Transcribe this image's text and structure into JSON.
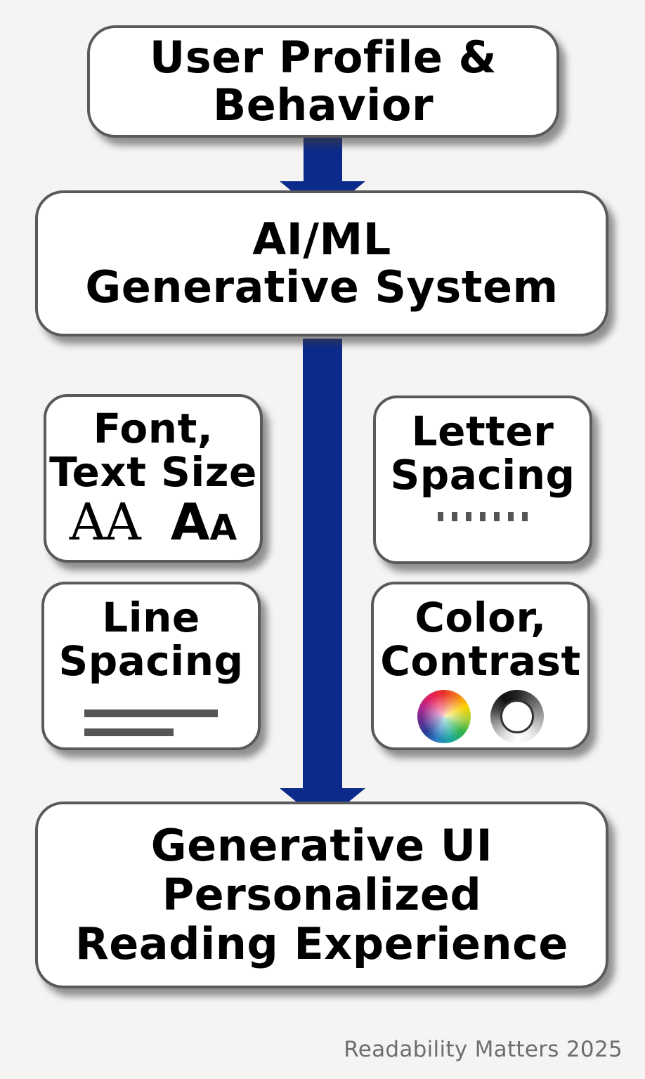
{
  "diagram": {
    "input_box": {
      "lines": [
        "User Profile &",
        "Behavior"
      ]
    },
    "system_box": {
      "lines": [
        "AI/ML",
        "Generative System"
      ]
    },
    "features": {
      "font_size": {
        "lines": [
          "Font,",
          "Text Size"
        ],
        "samples": {
          "serif": "AA",
          "sans_large": "A",
          "sans_small": "A"
        }
      },
      "letter_spacing": {
        "lines": [
          "Letter",
          "Spacing"
        ]
      },
      "line_spacing": {
        "lines": [
          "Line",
          "Spacing"
        ]
      },
      "color_contrast": {
        "lines": [
          "Color,",
          "Contrast"
        ],
        "icons": [
          "color-wheel-icon",
          "contrast-ring-icon"
        ]
      }
    },
    "output_box": {
      "lines": [
        "Generative UI",
        "Personalized",
        "Reading Experience"
      ]
    },
    "arrow_color": "#0b2a8a",
    "box_border_color": "#5a5a5a",
    "background_color": "#f6f4f3"
  },
  "footer": {
    "credit": "Readability Matters 2025"
  }
}
